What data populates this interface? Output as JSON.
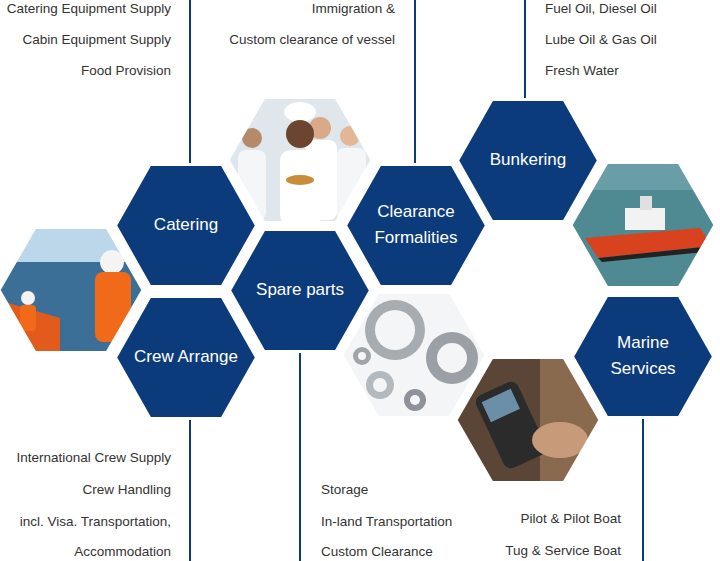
{
  "diagram": {
    "nodes": [
      {
        "text": [
          "Bunkering"
        ]
      },
      {
        "text": [
          "Catering"
        ]
      },
      {
        "text": [
          "Clearance Formalities"
        ]
      },
      {
        "text": [
          "Spare parts"
        ]
      },
      {
        "text": [
          "Crew Arrange"
        ]
      },
      {
        "text": [
          "Marine Services"
        ]
      }
    ],
    "labels": [
      "Catering Equipment Supply",
      "Cabin Equipment Supply",
      "Food Provision",
      "Immigration &",
      "Custom clearance of vessel",
      "Fuel Oil, Diesel Oil",
      "Lube Oil & Gas Oil",
      "Fresh Water",
      "International Crew Supply",
      "Crew Handling",
      "incl. Visa. Transportation,",
      "Accommodation",
      "Storage",
      "In-land Transportation",
      "Custom Clearance",
      "Pilot & Pilot Boat",
      "Tug & Service Boat"
    ]
  }
}
